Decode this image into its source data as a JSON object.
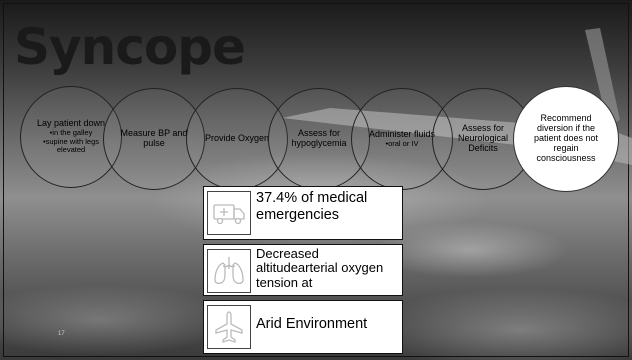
{
  "slide": {
    "title": "Syncope",
    "page_number": "17"
  },
  "steps": [
    {
      "title": "Lay patient down",
      "sub": [
        "•in the galley",
        "•supine with legs elevated"
      ]
    },
    {
      "title": "Measure BP and pulse"
    },
    {
      "title": "Provide Oxygen"
    },
    {
      "title": "Assess for hypoglycemia"
    },
    {
      "title": "Administer fluids",
      "sub": [
        "•oral or IV"
      ]
    },
    {
      "title": "Assess for Neurological Deficits"
    },
    {
      "title": "Recommend diversion if the patient does not regain consciousness"
    }
  ],
  "cards": [
    {
      "icon": "ambulance-icon",
      "text": "37.4% of medical emergencies"
    },
    {
      "icon": "lungs-icon",
      "text": "Decreased altitudearterial oxygen tension at"
    },
    {
      "icon": "airplane-icon",
      "text": "Arid Environment"
    }
  ]
}
